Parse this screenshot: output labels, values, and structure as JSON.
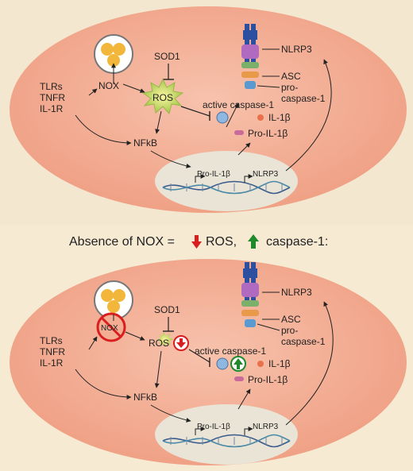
{
  "top": {
    "receptors": [
      "TLRs",
      "TNFR",
      "IL-1R"
    ],
    "nox": "NOX",
    "ros": "ROS",
    "sod1": "SOD1",
    "nfkb": "NFkB",
    "nlrp3": "NLRP3",
    "asc": "ASC",
    "pro_caspase_1": [
      "pro-",
      "caspase-1"
    ],
    "active_caspase_1": "active caspase-1",
    "il1b": "IL-1β",
    "pro_il1b": "Pro-IL-1β",
    "gene_pro_il1b": "Pro-IL-1β",
    "gene_nlrp3": "NLRP3"
  },
  "bottom": {
    "heading": {
      "part1": "Absence of NOX =",
      "ros": "ROS,",
      "caspase": "caspase-1:"
    },
    "receptors": [
      "TLRs",
      "TNFR",
      "IL-1R"
    ],
    "nox": "NOX",
    "ros": "ROS",
    "sod1": "SOD1",
    "nfkb": "NFkB",
    "nlrp3": "NLRP3",
    "asc": "ASC",
    "pro_caspase_1": [
      "pro-",
      "caspase-1"
    ],
    "active_caspase_1": "active caspase-1",
    "il1b": "IL-1β",
    "pro_il1b": "Pro-IL-1β",
    "gene_pro_il1b": "Pro-IL-1β",
    "gene_nlrp3": "NLRP3"
  },
  "colors": {
    "background": "#f6ead3",
    "cell": "#f3ad93",
    "nucleus": "#e8e3d4",
    "down_arrow": "#d81e1e",
    "up_arrow": "#1f8a2c",
    "receptor": "#2c4fa0"
  }
}
